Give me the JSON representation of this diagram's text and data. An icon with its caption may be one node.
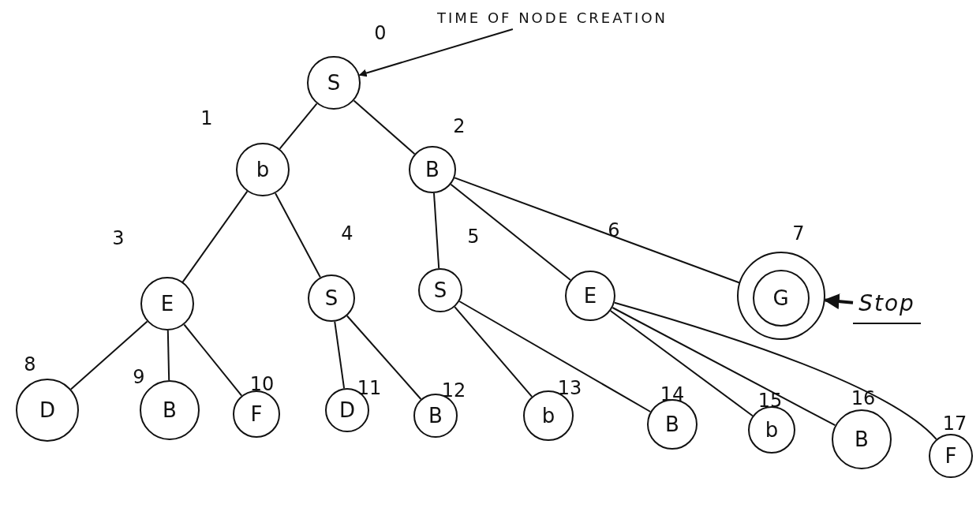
{
  "diagram": {
    "nodes": [
      {
        "text": [
          "TIME OF NODE CREATION"
        ]
      },
      {
        "text": [
          "S"
        ],
        "beside": [
          "0"
        ]
      },
      {
        "text": [
          "b"
        ],
        "beside": [
          "1"
        ]
      },
      {
        "text": [
          "B"
        ],
        "beside": [
          "2"
        ]
      },
      {
        "text": [
          "E"
        ],
        "beside": [
          "3"
        ]
      },
      {
        "text": [
          "S"
        ],
        "beside": [
          "4"
        ]
      },
      {
        "text": [
          "S"
        ],
        "beside": [
          "5"
        ]
      },
      {
        "text": [
          "E"
        ],
        "beside": [
          "6"
        ]
      },
      {
        "text": [],
        "shape": "circle",
        "beside": [
          "7"
        ]
      },
      {
        "text": [
          "G"
        ],
        "in": 8
      },
      {
        "text": [
          "Stop"
        ]
      },
      {
        "text": [
          "D"
        ],
        "beside": [
          "8"
        ]
      },
      {
        "text": [
          "B"
        ],
        "beside": [
          "9"
        ]
      },
      {
        "text": [
          "F"
        ],
        "beside": [
          "10"
        ]
      },
      {
        "text": [
          "D"
        ],
        "beside": [
          "11"
        ]
      },
      {
        "text": [
          "B"
        ],
        "beside": [
          "12"
        ]
      },
      {
        "text": [
          "b"
        ],
        "beside": [
          "13"
        ]
      },
      {
        "text": [
          "B"
        ],
        "beside": [
          "14"
        ]
      },
      {
        "text": [
          "b"
        ],
        "beside": [
          "15"
        ]
      },
      {
        "text": [
          "B"
        ],
        "beside": [
          "16"
        ]
      },
      {
        "text": [
          "F"
        ],
        "beside": [
          "17"
        ]
      }
    ],
    "edges": [
      {
        "from": 0,
        "to": 1,
        "arrow": "to"
      },
      {
        "from": 1,
        "to": 2,
        "arrow": "none"
      },
      {
        "from": 1,
        "to": 3,
        "arrow": "none"
      },
      {
        "from": 2,
        "to": 4,
        "arrow": "none"
      },
      {
        "from": 2,
        "to": 5,
        "arrow": "none"
      },
      {
        "from": 3,
        "to": 6,
        "arrow": "none"
      },
      {
        "from": 3,
        "to": 7,
        "arrow": "none"
      },
      {
        "from": 3,
        "to": 9,
        "arrow": "none"
      },
      {
        "from": 4,
        "to": 11,
        "arrow": "none"
      },
      {
        "from": 4,
        "to": 12,
        "arrow": "none"
      },
      {
        "from": 4,
        "to": 13,
        "arrow": "none"
      },
      {
        "from": 5,
        "to": 14,
        "arrow": "none"
      },
      {
        "from": 5,
        "to": 15,
        "arrow": "none"
      },
      {
        "from": 6,
        "to": 16,
        "arrow": "none"
      },
      {
        "from": 6,
        "to": 17,
        "arrow": "none"
      },
      {
        "from": 7,
        "to": 18,
        "arrow": "none"
      },
      {
        "from": 7,
        "to": 19,
        "arrow": "none"
      },
      {
        "from": 7,
        "to": 20,
        "arrow": "none"
      },
      {
        "from": 10,
        "to": 8,
        "arrow": "to",
        "style": "thick"
      }
    ]
  }
}
